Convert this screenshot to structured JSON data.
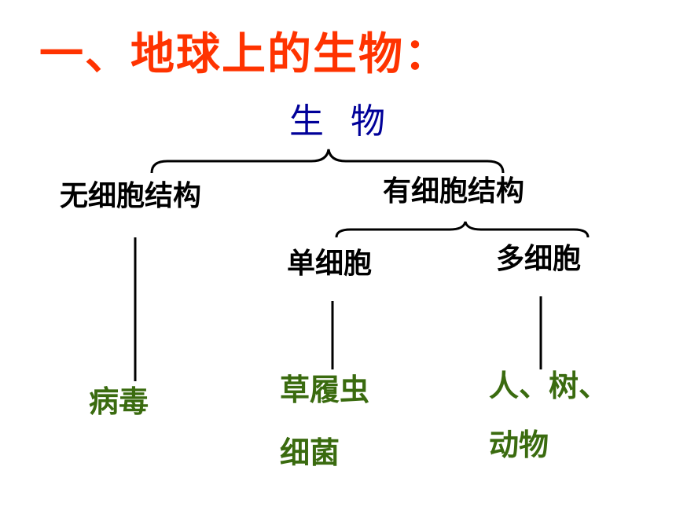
{
  "title": "一、地球上的生物：",
  "root": "生 物",
  "nodes": {
    "no_cell_structure": "无细胞结构",
    "cell_structure": "有细胞结构",
    "unicellular": "单细胞",
    "multicellular": "多细胞"
  },
  "examples": {
    "no_cell": "病毒",
    "unicellular_line1": "草履虫",
    "unicellular_line2": "细菌",
    "multicellular_line1": "人、树、",
    "multicellular_line2": "动物"
  },
  "colors": {
    "title": "#ff3300",
    "root": "#000099",
    "nodes": "#000000",
    "examples": "#3a6b0f"
  }
}
